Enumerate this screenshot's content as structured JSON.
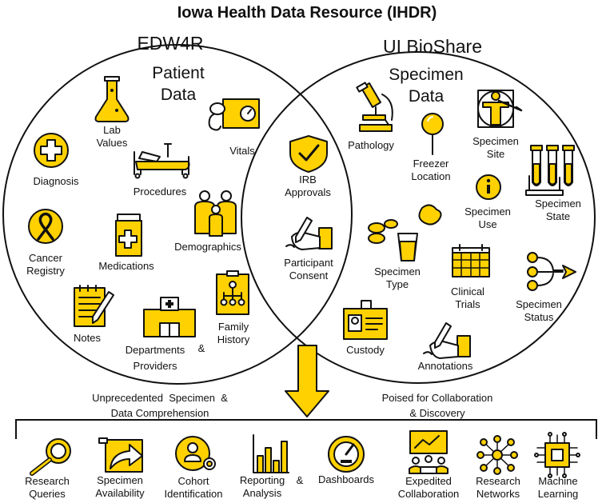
{
  "title": "Iowa Health Data Resource (IHDR)",
  "left_circle": {
    "name": "EDW4R",
    "subtitle": [
      "Patient",
      "Data"
    ],
    "items": [
      {
        "id": "lab",
        "lines": [
          "Lab",
          "Values"
        ],
        "icon": "flask-icon"
      },
      {
        "id": "vitals",
        "lines": [
          "Vitals"
        ],
        "icon": "blood-pressure-icon"
      },
      {
        "id": "diagnosis",
        "lines": [
          "Diagnosis"
        ],
        "icon": "medical-cross-icon"
      },
      {
        "id": "procedures",
        "lines": [
          "Procedures"
        ],
        "icon": "hospital-bed-icon"
      },
      {
        "id": "demographics",
        "lines": [
          "Demographics"
        ],
        "icon": "family-icon"
      },
      {
        "id": "cancer",
        "lines": [
          "Cancer",
          "Registry"
        ],
        "icon": "cancer-ribbon-icon"
      },
      {
        "id": "medications",
        "lines": [
          "Medications"
        ],
        "icon": "pill-bottle-icon"
      },
      {
        "id": "notes",
        "lines": [
          "Notes"
        ],
        "icon": "notepad-icon"
      },
      {
        "id": "departments",
        "lines": [
          "Departments",
          "Providers"
        ],
        "amp": "&",
        "icon": "hospital-building-icon"
      },
      {
        "id": "family",
        "lines": [
          "Family",
          "History"
        ],
        "icon": "family-tree-icon"
      }
    ]
  },
  "overlap": {
    "items": [
      {
        "id": "irb",
        "lines": [
          "IRB",
          "Approvals"
        ],
        "icon": "shield-check-icon"
      },
      {
        "id": "consent",
        "lines": [
          "Participant",
          "Consent"
        ],
        "icon": "signing-hand-icon"
      }
    ]
  },
  "right_circle": {
    "name": "UI BioShare",
    "subtitle": [
      "Specimen",
      "Data"
    ],
    "items": [
      {
        "id": "pathology",
        "lines": [
          "Pathology"
        ],
        "icon": "microscope-icon"
      },
      {
        "id": "freezer",
        "lines": [
          "Freezer",
          "Location"
        ],
        "icon": "map-pin-icon"
      },
      {
        "id": "site",
        "lines": [
          "Specimen",
          "Site"
        ],
        "icon": "vitruvian-body-icon"
      },
      {
        "id": "state",
        "lines": [
          "Specimen",
          "State"
        ],
        "icon": "test-tubes-icon"
      },
      {
        "id": "use",
        "lines": [
          "Specimen",
          "Use"
        ],
        "icon": "info-icon"
      },
      {
        "id": "type",
        "lines": [
          "Specimen",
          "Type"
        ],
        "icon": "specimen-samples-icon"
      },
      {
        "id": "trials",
        "lines": [
          "Clinical",
          "Trials"
        ],
        "icon": "calendar-icon"
      },
      {
        "id": "status",
        "lines": [
          "Specimen",
          "Status"
        ],
        "icon": "status-flow-icon"
      },
      {
        "id": "custody",
        "lines": [
          "Custody"
        ],
        "icon": "id-badge-icon"
      },
      {
        "id": "annotations",
        "lines": [
          "Annotations"
        ],
        "icon": "writing-hand-icon"
      }
    ]
  },
  "taglines": {
    "left": [
      "Unprecedented  Specimen  &",
      "Data Comprehension"
    ],
    "right": [
      "Poised for Collaboration",
      "& Discovery"
    ]
  },
  "benefits": [
    {
      "id": "research-queries",
      "lines": [
        "Research",
        "Queries"
      ],
      "icon": "magnifier-icon"
    },
    {
      "id": "specimen-availability",
      "lines": [
        "Specimen",
        "Availability"
      ],
      "icon": "share-arrow-icon"
    },
    {
      "id": "cohort-identification",
      "lines": [
        "Cohort",
        "Identification"
      ],
      "icon": "cohort-gear-icon"
    },
    {
      "id": "reporting-analysis",
      "lines": [
        "Reporting",
        "Analysis"
      ],
      "amp": "&",
      "icon": "bar-chart-icon"
    },
    {
      "id": "dashboards",
      "lines": [
        "Dashboards"
      ],
      "icon": "gauge-icon"
    },
    {
      "id": "expedited-collaboration",
      "lines": [
        "Expedited",
        "Collaboration"
      ],
      "icon": "meeting-icon"
    },
    {
      "id": "research-networks",
      "lines": [
        "Research",
        "Networks"
      ],
      "icon": "network-icon"
    },
    {
      "id": "machine-learning",
      "lines": [
        "Machine",
        "Learning"
      ],
      "icon": "chip-icon"
    }
  ],
  "colors": {
    "accent": "#FFD100",
    "ink": "#111111",
    "background": "#FFFFFF"
  }
}
